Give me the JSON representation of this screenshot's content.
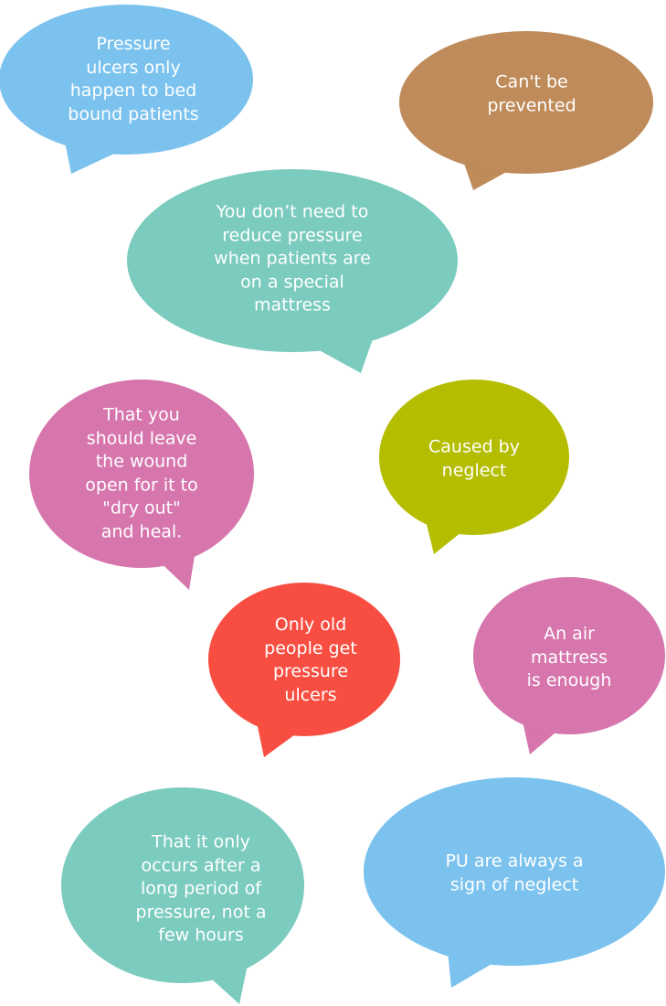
{
  "colors": {
    "blue": "#7bc2ee",
    "brown": "#bf8b5a",
    "teal": "#7bcbbf",
    "pink": "#d676ad",
    "olive": "#b5bd00",
    "red": "#f84e41"
  },
  "bubbles": [
    {
      "lines": [
        "Pressure",
        "ulcers only",
        "happen to bed",
        "bound patients"
      ],
      "color": "blue"
    },
    {
      "lines": [
        "Can't be",
        "prevented"
      ],
      "color": "brown"
    },
    {
      "lines": [
        "You don’t need to",
        "reduce pressure",
        "when patients are",
        "on a special",
        "mattress"
      ],
      "color": "teal"
    },
    {
      "lines": [
        "That you",
        "should leave",
        "the wound",
        "open for it to",
        "\"dry out\"",
        "and heal."
      ],
      "color": "pink"
    },
    {
      "lines": [
        "Caused by",
        "neglect"
      ],
      "color": "olive"
    },
    {
      "lines": [
        "Only old",
        "people get",
        "pressure",
        "ulcers"
      ],
      "color": "red"
    },
    {
      "lines": [
        "An air",
        "mattress",
        "is enough"
      ],
      "color": "pink"
    },
    {
      "lines": [
        "That it only",
        "occurs after a",
        "long period of",
        "pressure, not a",
        "few hours"
      ],
      "color": "teal"
    },
    {
      "lines": [
        "PU are always a",
        "sign of neglect"
      ],
      "color": "blue"
    }
  ]
}
